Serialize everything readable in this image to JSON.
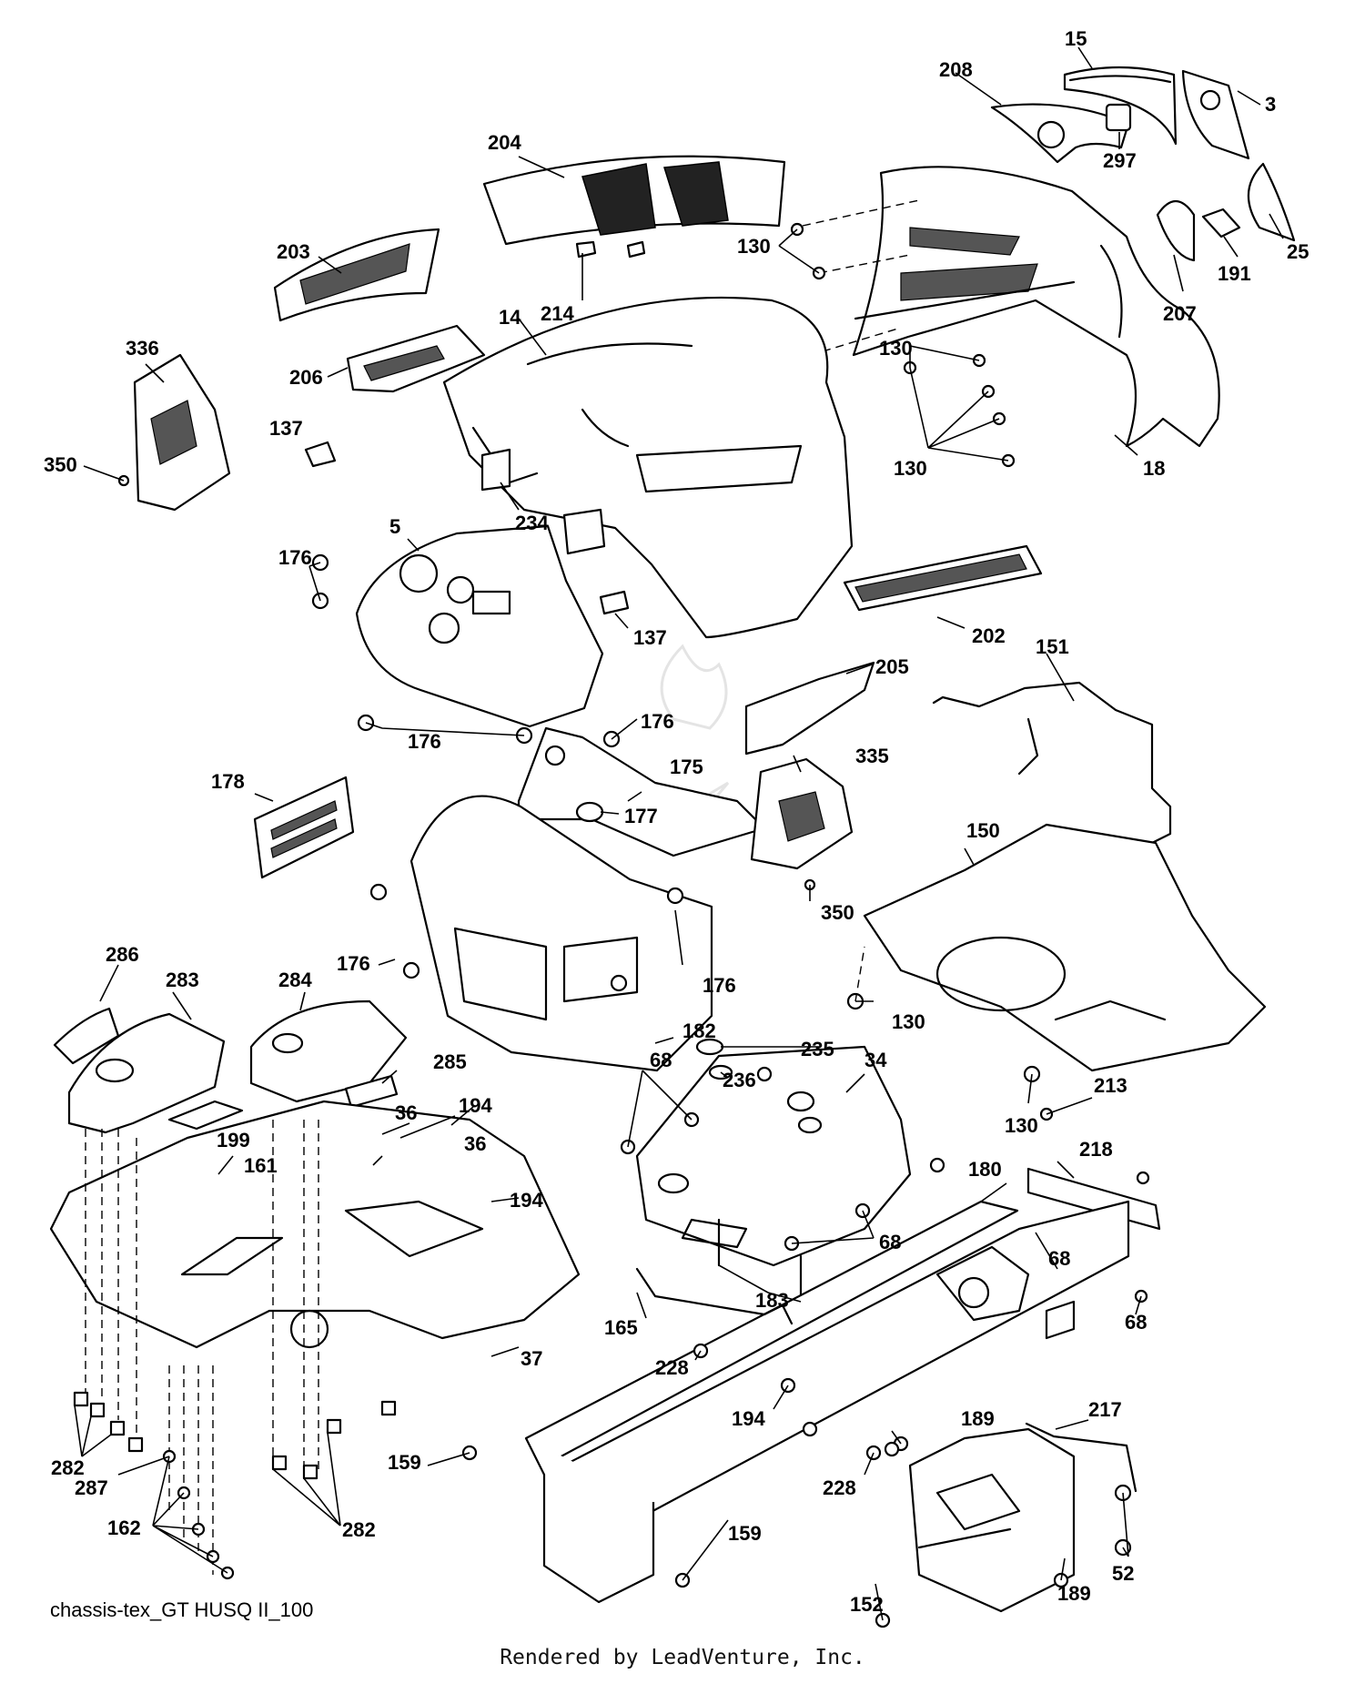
{
  "callouts": {
    "c15": "15",
    "c208": "208",
    "c3": "3",
    "c297": "297",
    "c25": "25",
    "c191": "191",
    "c207": "207",
    "c204": "204",
    "c203": "203",
    "c214": "214",
    "c14": "14",
    "c130a": "130",
    "c130b": "130",
    "c130c": "130",
    "c18": "18",
    "c336": "336",
    "c206": "206",
    "c137a": "137",
    "c350a": "350",
    "c234": "234",
    "c5": "5",
    "c176a": "176",
    "c137b": "137",
    "c202": "202",
    "c151": "151",
    "c205": "205",
    "c176b": "176",
    "c176c": "176",
    "c175": "175",
    "c178": "178",
    "c177": "177",
    "c335": "335",
    "c150": "150",
    "c350b": "350",
    "c176d": "176",
    "c176e": "176",
    "c130d": "130",
    "c286": "286",
    "c283": "283",
    "c284": "284",
    "c182": "182",
    "c285": "285",
    "c68a": "68",
    "c235": "235",
    "c34": "34",
    "c236": "236",
    "c130e": "130",
    "c213": "213",
    "c194a": "194",
    "c36a": "36",
    "c199": "199",
    "c36b": "36",
    "c161": "161",
    "c218": "218",
    "c194b": "194",
    "c180": "180",
    "c68b": "68",
    "c68c": "68",
    "c183": "183",
    "c68d": "68",
    "c165": "165",
    "c37": "37",
    "c228a": "228",
    "c194c": "194",
    "c189a": "189",
    "c217": "217",
    "c282a": "282",
    "c287": "287",
    "c159a": "159",
    "c228b": "228",
    "c162": "162",
    "c282b": "282",
    "c52": "52",
    "c159b": "159",
    "c189b": "189",
    "c152": "152"
  },
  "footer": {
    "drawing_id": "chassis-tex_GT HUSQ II_100",
    "render_credit": "Rendered by LeadVenture, Inc."
  }
}
